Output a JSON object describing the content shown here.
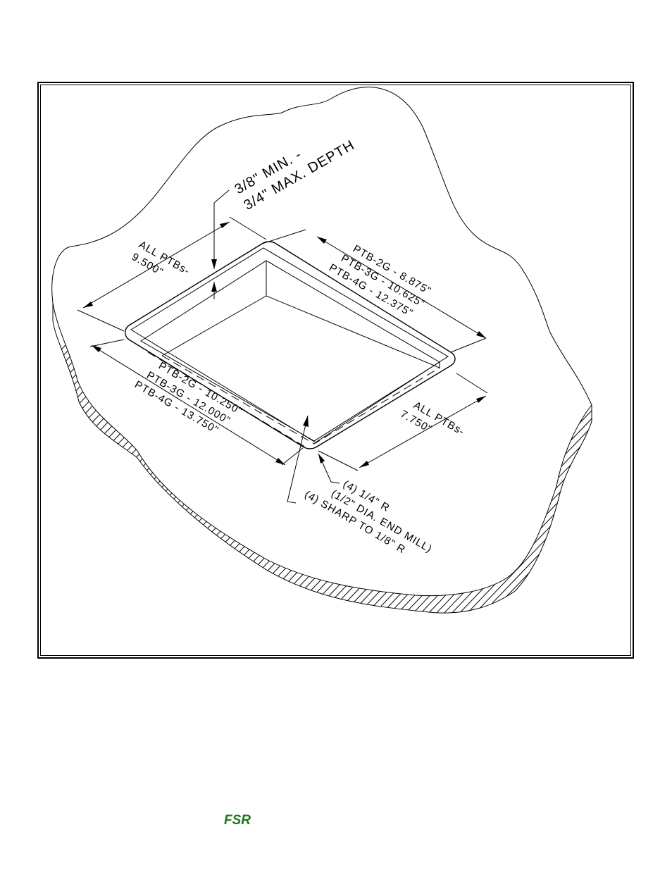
{
  "drawing": {
    "depth_note": [
      "3/8\" MIN. -",
      "3/4\" MAX. DEPTH"
    ],
    "left_width_note": [
      "ALL PTBs-",
      "9.500\""
    ],
    "top_length_note": [
      "PTB-2G - 8.875\"",
      "PTB-3G - 10.625\"",
      "PTB-4G - 12.375\""
    ],
    "bottom_length_note": [
      "PTB-2G - 10.250\"",
      "PTB-3G - 12.000\"",
      "PTB-4G - 13.750\""
    ],
    "right_width_note": [
      "ALL PTBs-",
      "7.750\""
    ],
    "corner_notes": [
      "(4) 1/4\" R",
      "(1/2\" DIA. END MILL)",
      "(4) SHARP TO 1/8\" R"
    ]
  },
  "footer": {
    "logo": "FSR",
    "logo_color": "#1a7a1a"
  }
}
